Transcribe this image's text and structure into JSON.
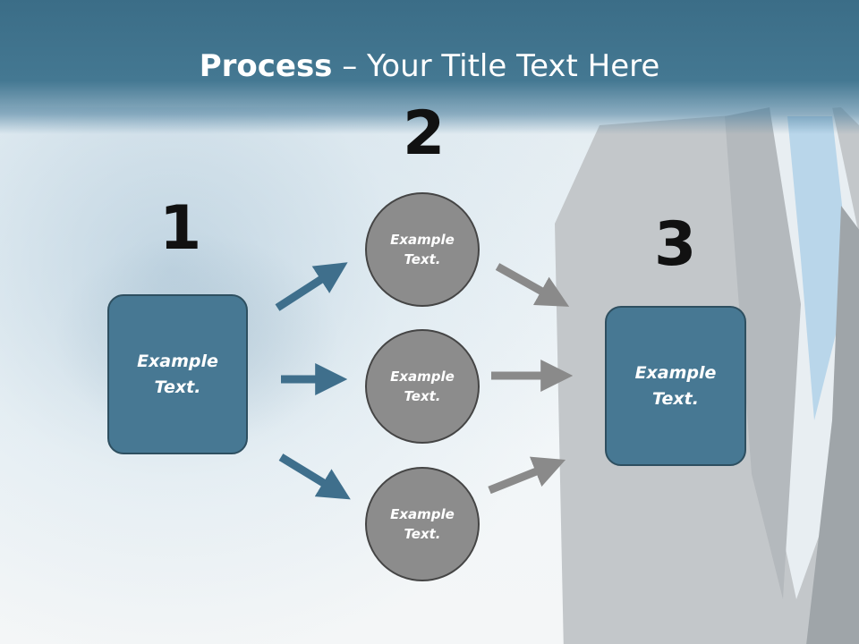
{
  "title": {
    "bold": "Process",
    "rest": " – Your Title Text Here"
  },
  "steps": {
    "one": "1",
    "two": "2",
    "three": "3"
  },
  "left_box": "Example\nText.",
  "right_box": "Example\nText.",
  "circles": [
    "Example\nText.",
    "Example\nText.",
    "Example\nText."
  ],
  "colors": {
    "header": "#3f7089",
    "box": "#477893",
    "circle": "#8c8c8c",
    "arrow_blue": "#3f6f8c",
    "arrow_gray": "#8a8a8a"
  }
}
